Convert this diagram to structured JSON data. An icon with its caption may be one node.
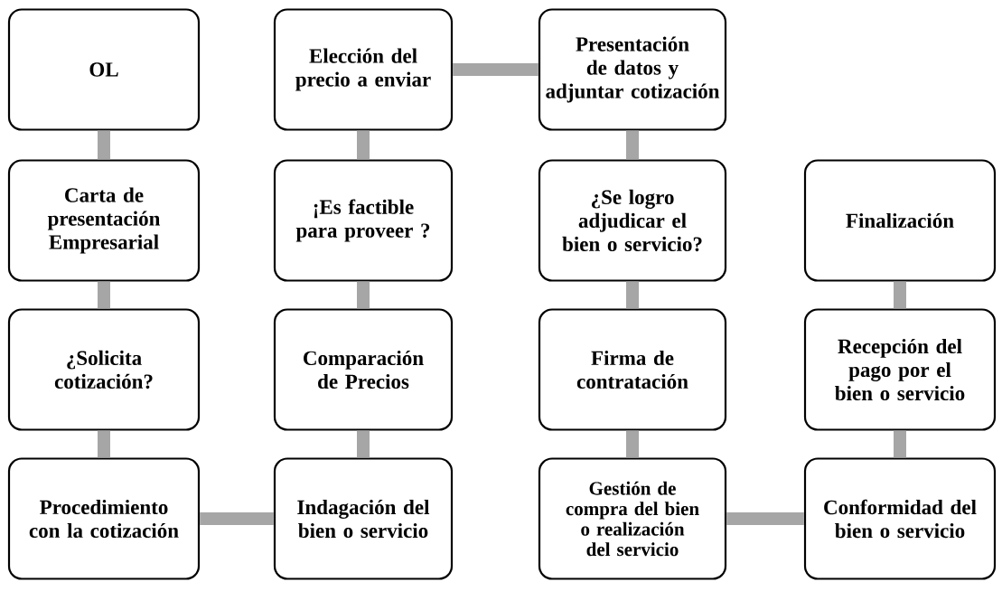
{
  "diagram": {
    "nodes": [
      {
        "text": [
          "OL"
        ]
      },
      {
        "text": [
          "Carta de presentación Empresarial"
        ]
      },
      {
        "text": [
          "¿Solicita cotización?"
        ]
      },
      {
        "text": [
          "Procedimiento con la cotización"
        ]
      },
      {
        "text": [
          "Indagación del bien o servicio"
        ]
      },
      {
        "text": [
          "Comparación de Precios"
        ]
      },
      {
        "text": [
          "¡Es factible para proveer ?"
        ]
      },
      {
        "text": [
          "Elección del precio a enviar"
        ]
      },
      {
        "text": [
          "Presentación de datos y adjuntar cotización"
        ]
      },
      {
        "text": [
          "¿Se logro adjudicar el bien o servicio?"
        ]
      },
      {
        "text": [
          "Firma de contratación"
        ]
      },
      {
        "text": [
          "Gestión de compra del bien o realización del servicio"
        ]
      },
      {
        "text": [
          "Conformidad del bien o servicio"
        ]
      },
      {
        "text": [
          "Recepción del pago por el bien o servicio"
        ]
      },
      {
        "text": [
          "Finalización"
        ]
      }
    ],
    "edges": [
      {
        "from": 0,
        "to": 1,
        "arrow": "none"
      },
      {
        "from": 1,
        "to": 2,
        "arrow": "none"
      },
      {
        "from": 2,
        "to": 3,
        "arrow": "none"
      },
      {
        "from": 3,
        "to": 4,
        "arrow": "none"
      },
      {
        "from": 4,
        "to": 5,
        "arrow": "none"
      },
      {
        "from": 5,
        "to": 6,
        "arrow": "none"
      },
      {
        "from": 6,
        "to": 7,
        "arrow": "none"
      },
      {
        "from": 7,
        "to": 8,
        "arrow": "none"
      },
      {
        "from": 8,
        "to": 9,
        "arrow": "none"
      },
      {
        "from": 9,
        "to": 10,
        "arrow": "none"
      },
      {
        "from": 10,
        "to": 11,
        "arrow": "none"
      },
      {
        "from": 11,
        "to": 12,
        "arrow": "none"
      },
      {
        "from": 12,
        "to": 13,
        "arrow": "none"
      },
      {
        "from": 13,
        "to": 14,
        "arrow": "none"
      }
    ]
  }
}
